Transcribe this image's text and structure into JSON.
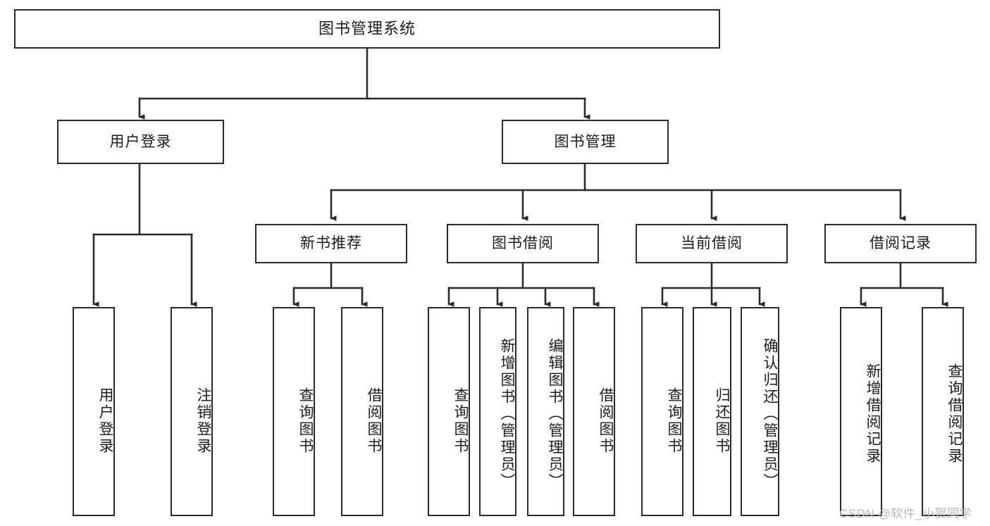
{
  "diagram": {
    "title": "图书管理系统",
    "type": "tree",
    "orientation": "top-down",
    "colors": {
      "box_border": "#2b2b2b",
      "box_fill": "#ffffff",
      "edge": "#2b2b2b",
      "text": "#1c1c1c",
      "background": "#ffffff",
      "watermark": "#b9b9b9"
    },
    "nodes": {
      "root": {
        "label": "图书管理系统"
      },
      "level1": [
        {
          "id": "user_login",
          "label": "用户登录"
        },
        {
          "id": "book_manage",
          "label": "图书管理"
        }
      ],
      "level2": [
        {
          "id": "new_book_rec",
          "label": "新书推荐",
          "parent": "book_manage"
        },
        {
          "id": "book_borrow",
          "label": "图书借阅",
          "parent": "book_manage"
        },
        {
          "id": "current_borrow",
          "label": "当前借阅",
          "parent": "book_manage"
        },
        {
          "id": "borrow_record",
          "label": "借阅记录",
          "parent": "book_manage"
        }
      ],
      "leaves": [
        {
          "id": "leaf_user_login",
          "label": "用户登录",
          "parent": "user_login"
        },
        {
          "id": "leaf_logout",
          "label": "注销登录",
          "parent": "user_login"
        },
        {
          "id": "leaf_query_book_1",
          "label": "查询图书",
          "parent": "new_book_rec"
        },
        {
          "id": "leaf_borrow_book_1",
          "label": "借阅图书",
          "parent": "new_book_rec"
        },
        {
          "id": "leaf_query_book_2",
          "label": "查询图书",
          "parent": "book_borrow"
        },
        {
          "id": "leaf_add_book",
          "label": "新增图书（管理员）",
          "parent": "book_borrow"
        },
        {
          "id": "leaf_edit_book",
          "label": "编辑图书（管理员）",
          "parent": "book_borrow"
        },
        {
          "id": "leaf_borrow_book_2",
          "label": "借阅图书",
          "parent": "book_borrow"
        },
        {
          "id": "leaf_query_book_3",
          "label": "查询图书",
          "parent": "current_borrow"
        },
        {
          "id": "leaf_return_book",
          "label": "归还图书",
          "parent": "current_borrow"
        },
        {
          "id": "leaf_confirm_return",
          "label": "确认归还（管理员）",
          "parent": "current_borrow"
        },
        {
          "id": "leaf_add_record",
          "label": "新增借阅记录",
          "parent": "borrow_record"
        },
        {
          "id": "leaf_query_record",
          "label": "查询借阅记录",
          "parent": "borrow_record"
        }
      ]
    },
    "watermark": "CSDN @软件_小贺同学"
  }
}
